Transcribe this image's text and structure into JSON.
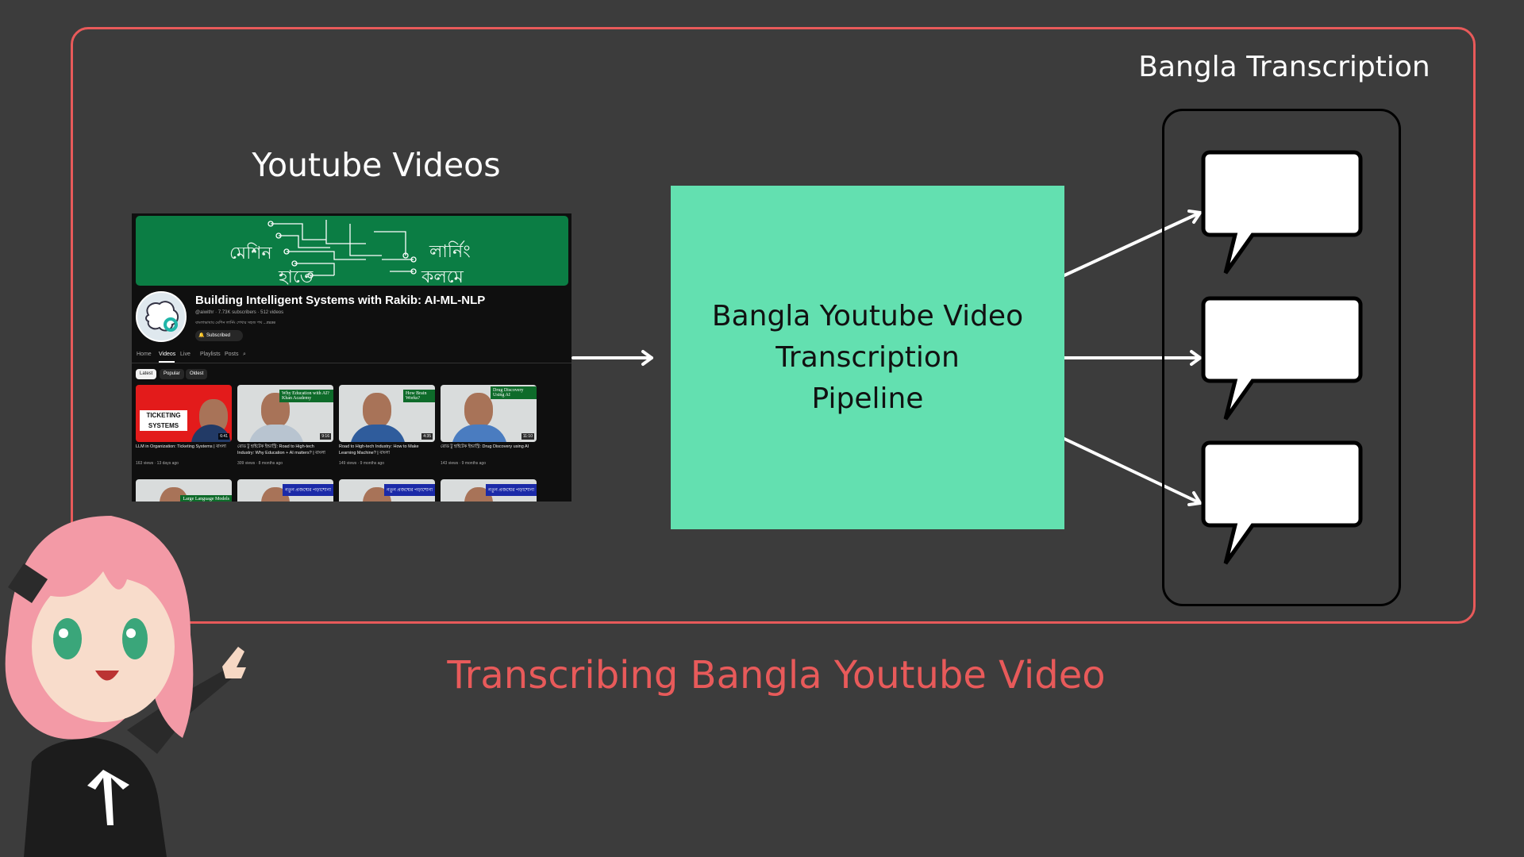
{
  "labels": {
    "transcription_heading": "Bangla Transcription",
    "videos_heading": "Youtube Videos",
    "pipeline": [
      "Bangla Youtube Video",
      "Transcription",
      "Pipeline"
    ],
    "bottom_title": "Transcribing Bangla Youtube Video"
  },
  "colors": {
    "background": "#3c3c3c",
    "frame": "#e85a5a",
    "pipeline_box": "#63e0b0",
    "banner": "#0b7d44"
  },
  "youtube": {
    "banner_words": [
      "মেশিন",
      "লার্নিং",
      "হাতে",
      "কলমে"
    ],
    "channel_title": "Building Intelligent Systems with Rakib: AI-ML-NLP",
    "channel_meta": "@aiwithr · 7.73K subscribers · 512 videos",
    "description": "বাংলাভাষায় মেশিন লার্নিং শেখার সহজ পথ ...more",
    "subscribe_label": "Subscribed",
    "tabs": [
      "Home",
      "Videos",
      "Live",
      "Playlists",
      "Posts"
    ],
    "chips": [
      "Latest",
      "Popular",
      "Oldest"
    ],
    "videos": [
      {
        "thumb_text": "TICKETING SYSTEMS",
        "duration": "6:41",
        "title": "LLM in Organization: Ticketing Systems | বাংলা",
        "meta": "163 views · 13 days ago"
      },
      {
        "thumb_text": "Why Education with AI? Khan Academy",
        "duration": "9:16",
        "title": "রোড টু হাইটেক ইন্ডাস্ট্রি: Road to High-tech Industry: Why Education + AI matters? | বাংলা",
        "meta": "309 views · 8 months ago"
      },
      {
        "thumb_text": "How Brain Works?",
        "duration": "4:35",
        "title": "Road to High-tech Industry: How to Make Learning Machine? | বাংলা",
        "meta": "149 views · 9 months ago"
      },
      {
        "thumb_text": "Drug Discovery Using AI",
        "duration": "11:10",
        "title": "রোড টু হাইটেক ইন্ডাস্ট্রি: Drug Discovery using AI",
        "meta": "143 views · 9 months ago"
      }
    ],
    "row2_tags": [
      "Large Language Models",
      "নতুন প্রজন্মের পড়াশোনা",
      "নতুন প্রজন্মের পড়াশোনা",
      "নতুন প্রজন্মের পড়াশোনা"
    ]
  }
}
